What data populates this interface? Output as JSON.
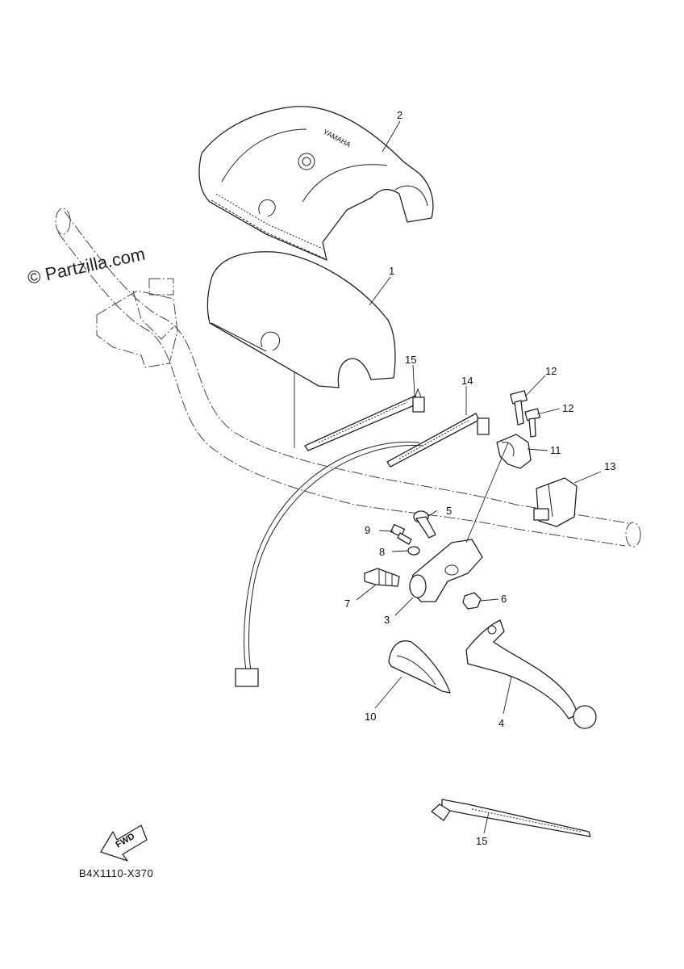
{
  "watermark": "© Partzilla.com",
  "diagram_code": "B4X1110-X370",
  "fwd_text": "FWD",
  "callouts": {
    "c1": "1",
    "c2": "2",
    "c3": "3",
    "c4": "4",
    "c5": "5",
    "c6": "6",
    "c7": "7",
    "c8": "8",
    "c9": "9",
    "c10": "10",
    "c11": "11",
    "c12a": "12",
    "c12b": "12",
    "c13": "13",
    "c14": "14",
    "c15a": "15",
    "c15b": "15"
  },
  "logo_text": "YAMAHA"
}
